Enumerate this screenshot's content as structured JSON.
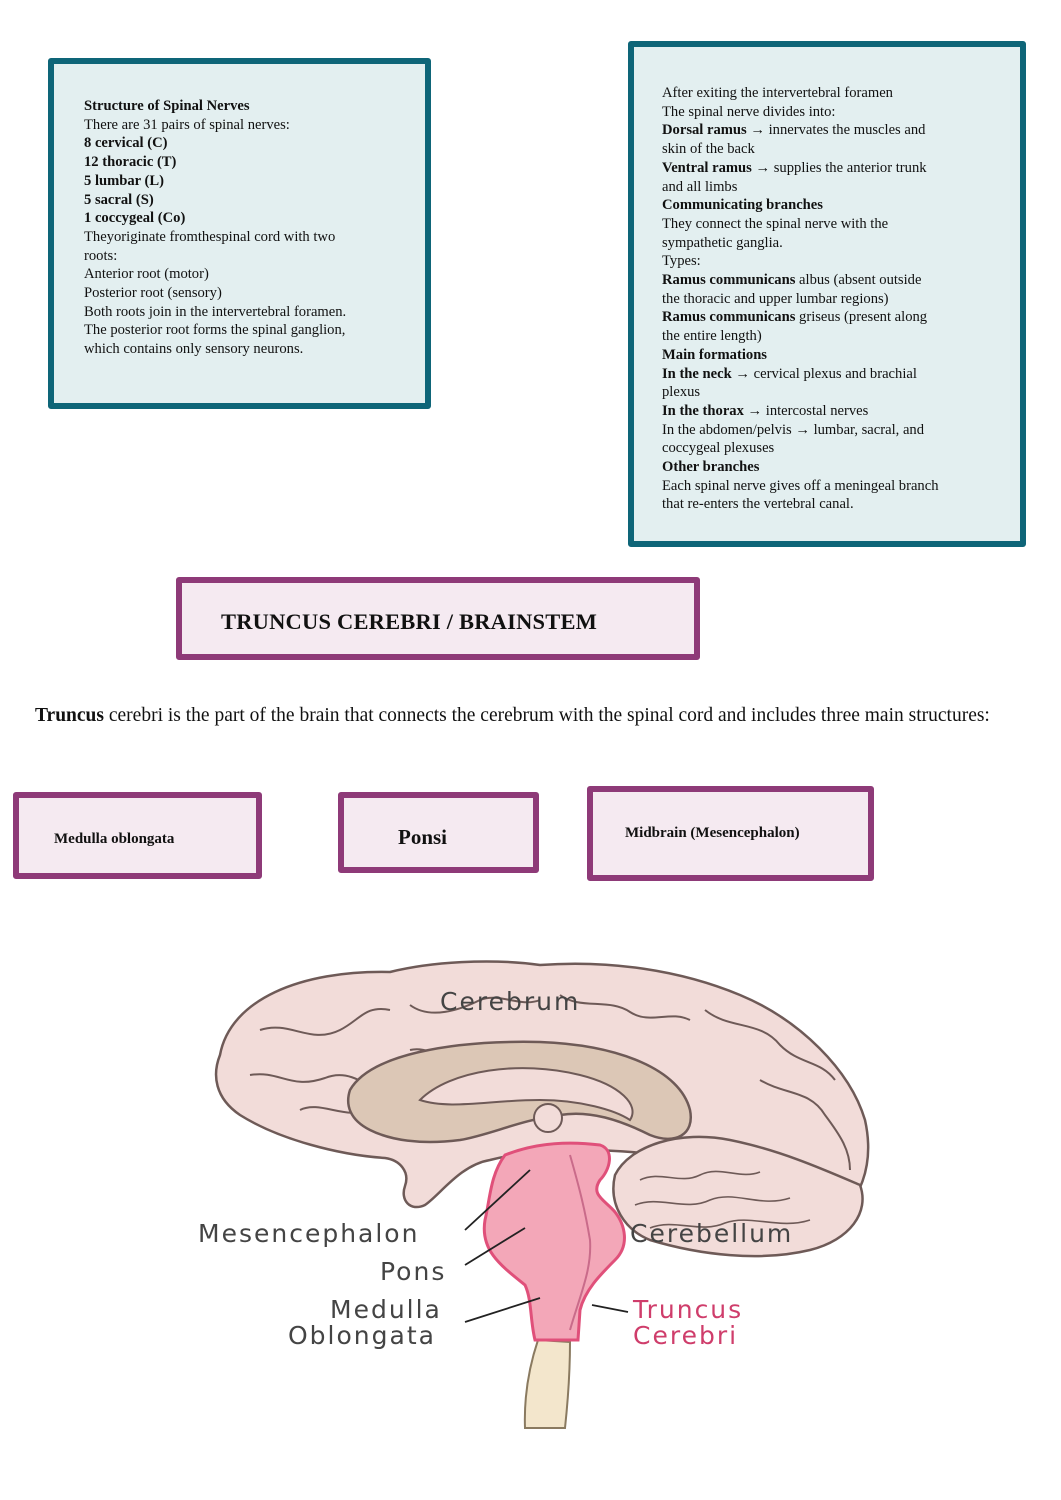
{
  "spinal_box": {
    "title": "Structure of Spinal Nerves",
    "intro": "There are 31 pairs of spinal nerves:",
    "counts": [
      "8 cervical (C)",
      "12 thoracic (T)",
      "5 lumbar (L)",
      "5 sacral (S)",
      "1 coccygeal (Co)"
    ],
    "roots_line1": "Theyoriginate fromthespinal cord with two",
    "roots_line2": "roots:",
    "anterior": "Anterior root (motor)",
    "posterior": "Posterior root (sensory)",
    "join1": "Both roots join in the intervertebral foramen.",
    "join2": "The posterior root forms the spinal ganglion,",
    "join3": "which contains only sensory neurons."
  },
  "branches_box": {
    "l1": "After exiting the intervertebral foramen",
    "l2": "The spinal nerve divides into:",
    "dorsal_b": "Dorsal ramus",
    "dorsal_t": " → innervates the muscles and",
    "dorsal_t2": "skin of the back",
    "ventral_b": "Ventral ramus",
    "ventral_t": " → supplies the anterior trunk",
    "ventral_t2": "and all limbs",
    "comm_h": "Communicating branches",
    "comm_1": "They connect the spinal nerve with the",
    "comm_2": "sympathetic ganglia.",
    "types": "Types:",
    "albus_b": "Ramus communicans",
    "albus_t": " albus (absent outside",
    "albus_t2": "the thoracic and upper lumbar regions)",
    "gris_b": "Ramus communicans",
    "gris_t": " griseus (present along",
    "gris_t2": "the entire length)",
    "main_h": "Main formations",
    "neck_b": "In the neck",
    "neck_t": " → cervical plexus and brachial",
    "neck_t2": "plexus",
    "thorax_b": "In the thorax",
    "thorax_t": " → intercostal nerves",
    "abd_1": "In the abdomen/pelvis → lumbar, sacral, and",
    "abd_2": "coccygeal plexuses",
    "other_h": "Other branches",
    "other_1": "Each spinal nerve gives off a meningeal branch",
    "other_2": "that re-enters the vertebral canal."
  },
  "section_title": "TRUNCUS CEREBRI / BRAINSTEM",
  "intro": {
    "bold": "Truncus",
    "rest": " cerebri is the part of the brain that connects the cerebrum with the spinal cord and includes three main structures:"
  },
  "structures": {
    "medulla": "Medulla oblongata",
    "pons": "Ponsi",
    "midbrain": "Midbrain (Mesencephalon)"
  },
  "diagram": {
    "cerebrum": "Cerebrum",
    "cerebellum": "Cerebellum",
    "mesencephalon": "Mesencephalon",
    "pons": "Pons",
    "medulla1": "Medulla",
    "medulla2": "Oblongata",
    "truncus1": "Truncus",
    "truncus2": "Cerebri",
    "colors": {
      "brain": "#f2dcd9",
      "inner": "#dcc7b6",
      "stem": "#f3a7b8",
      "stem_outline": "#e0507a",
      "cord": "#f3e6cc",
      "truncus_label": "#cf3d6b"
    }
  }
}
